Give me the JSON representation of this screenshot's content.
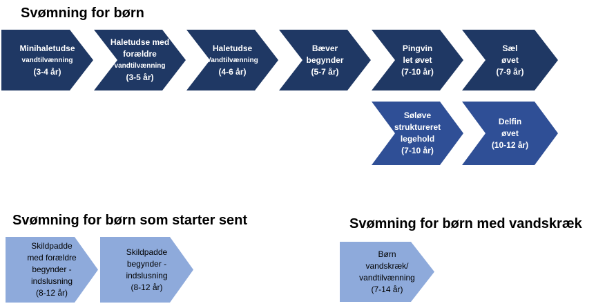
{
  "headings": {
    "main": "Svømning for børn",
    "late": "Svømning for børn som starter sent",
    "fear": "Svømning for børn med vandskræk"
  },
  "main_row": [
    {
      "l1": "Minihaletudse",
      "l2": "vandtilvænning",
      "l3": "(3-4 år)"
    },
    {
      "l1": "Haletudse med",
      "l2": "forældre",
      "l3": "vandtilvænning",
      "l4": "(3-5 år)"
    },
    {
      "l1": "Haletudse",
      "l2": "Vandtilvænning",
      "l3": "(4-6 år)"
    },
    {
      "l1": "Bæver",
      "l2": "begynder",
      "l3": "(5-7 år)"
    },
    {
      "l1": "Pingvin",
      "l2": "let øvet",
      "l3": "(7-10 år)"
    },
    {
      "l1": "Sæl",
      "l2": "øvet",
      "l3": "(7-9 år)"
    }
  ],
  "second_row": [
    {
      "l1": "Søløve",
      "l2": "struktureret",
      "l3": "legehold",
      "l4": "(7-10 år)"
    },
    {
      "l1": "Delfin",
      "l2": "øvet",
      "l3": "(10-12 år)"
    }
  ],
  "late_row": [
    {
      "l1": "Skildpadde",
      "l2": "med forældre",
      "l3": "begynder -",
      "l4": "indslusning",
      "l5": "(8-12 år)"
    },
    {
      "l1": "Skildpadde",
      "l2": "begynder -",
      "l3": "indslusning",
      "l4": "(8-12 år)"
    }
  ],
  "fear_row": [
    {
      "l1": "Børn",
      "l2": "vandskræk/",
      "l3": "vandtilvænning",
      "l4": "(7-14 år)"
    }
  ],
  "colors": {
    "dark": "#1f3864",
    "mid": "#2f4f96",
    "light": "#8eaadb"
  }
}
